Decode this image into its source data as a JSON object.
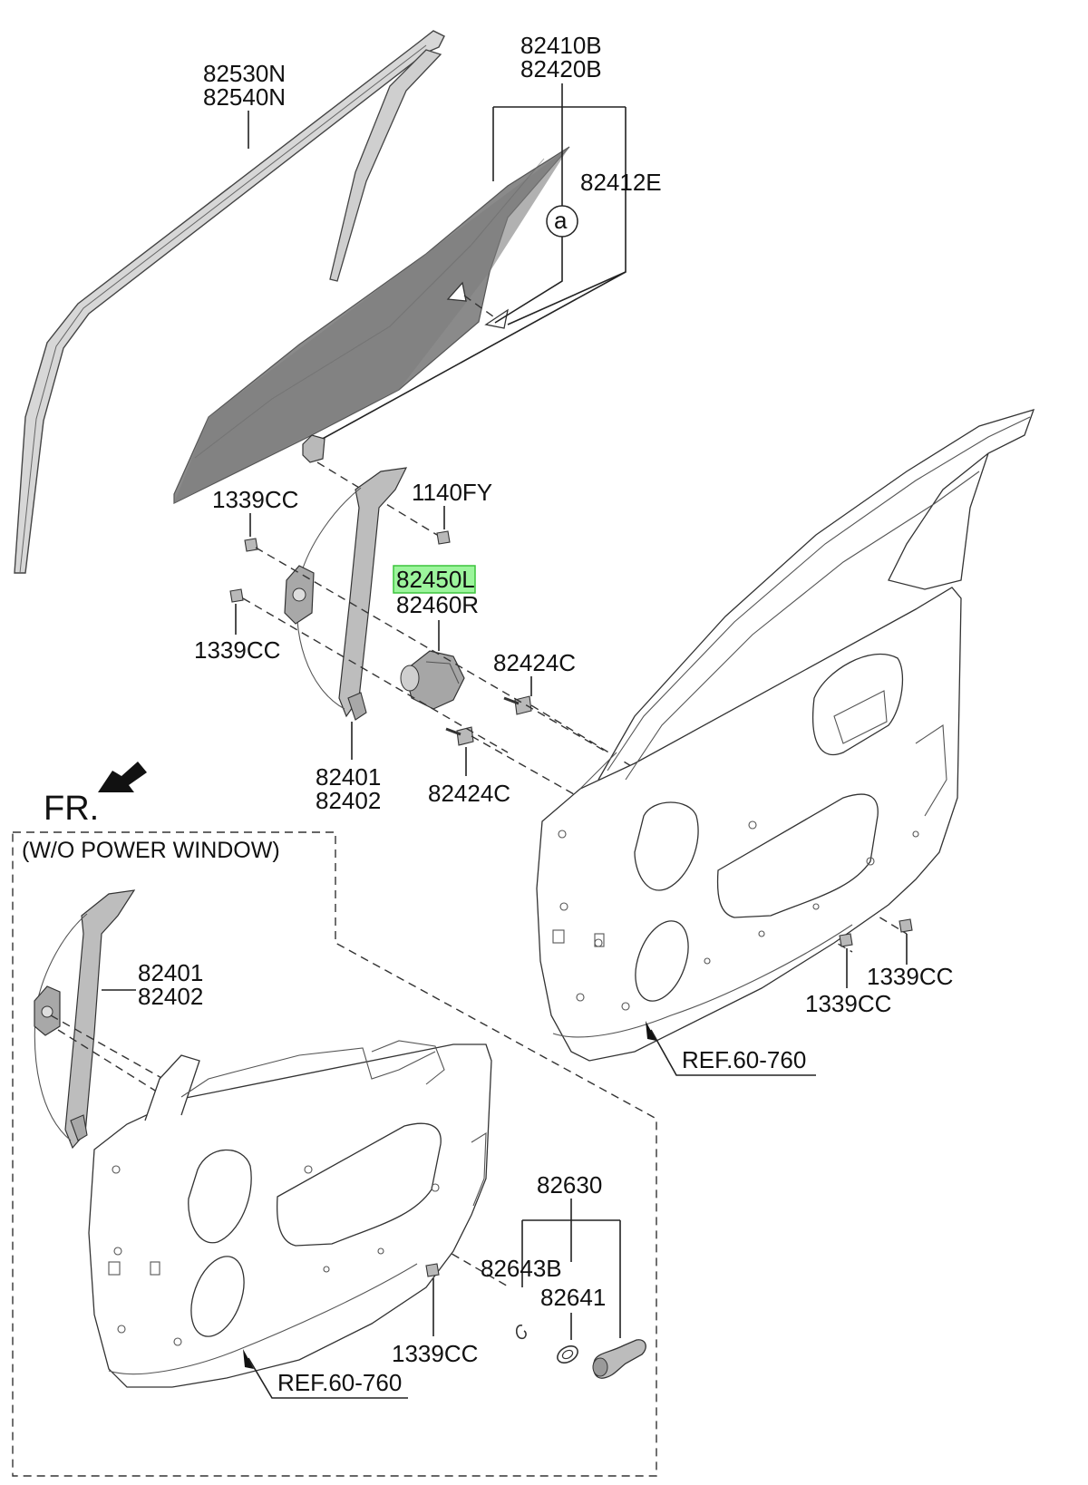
{
  "labels": {
    "mold_a": "82530N",
    "mold_b": "82540N",
    "glass_a": "82410B",
    "glass_b": "82420B",
    "glass_c": "82412E",
    "circle_ref": "a",
    "bolt_top_left": "1339CC",
    "bolt_top_right": "1140FY",
    "motor_a": "82450L",
    "motor_b": "82460R",
    "bolt_mid_left": "1339CC",
    "bolt_c1": "82424C",
    "bolt_c2": "82424C",
    "regulator_a": "82401",
    "regulator_b": "82402",
    "front_marker": "FR.",
    "bolt_right_1": "1339CC",
    "bolt_right_2": "1339CC",
    "ref_upper": "REF.60-760",
    "inset_title": "(W/O POWER WINDOW)",
    "inset_regulator_a": "82401",
    "inset_regulator_b": "82402",
    "handle_group": "82630",
    "handle_clip": "82643B",
    "handle_washer": "82641",
    "inset_bolt": "1339CC",
    "ref_lower": "REF.60-760"
  },
  "colors": {
    "highlight_fill": "#9cf59c",
    "highlight_stroke": "#3cc43c",
    "glass_fill": "#8a8a8a",
    "glass_dark": "#6f6f6f",
    "part_fill": "#b9b9b9",
    "molding_fill": "#d7d7d7"
  }
}
